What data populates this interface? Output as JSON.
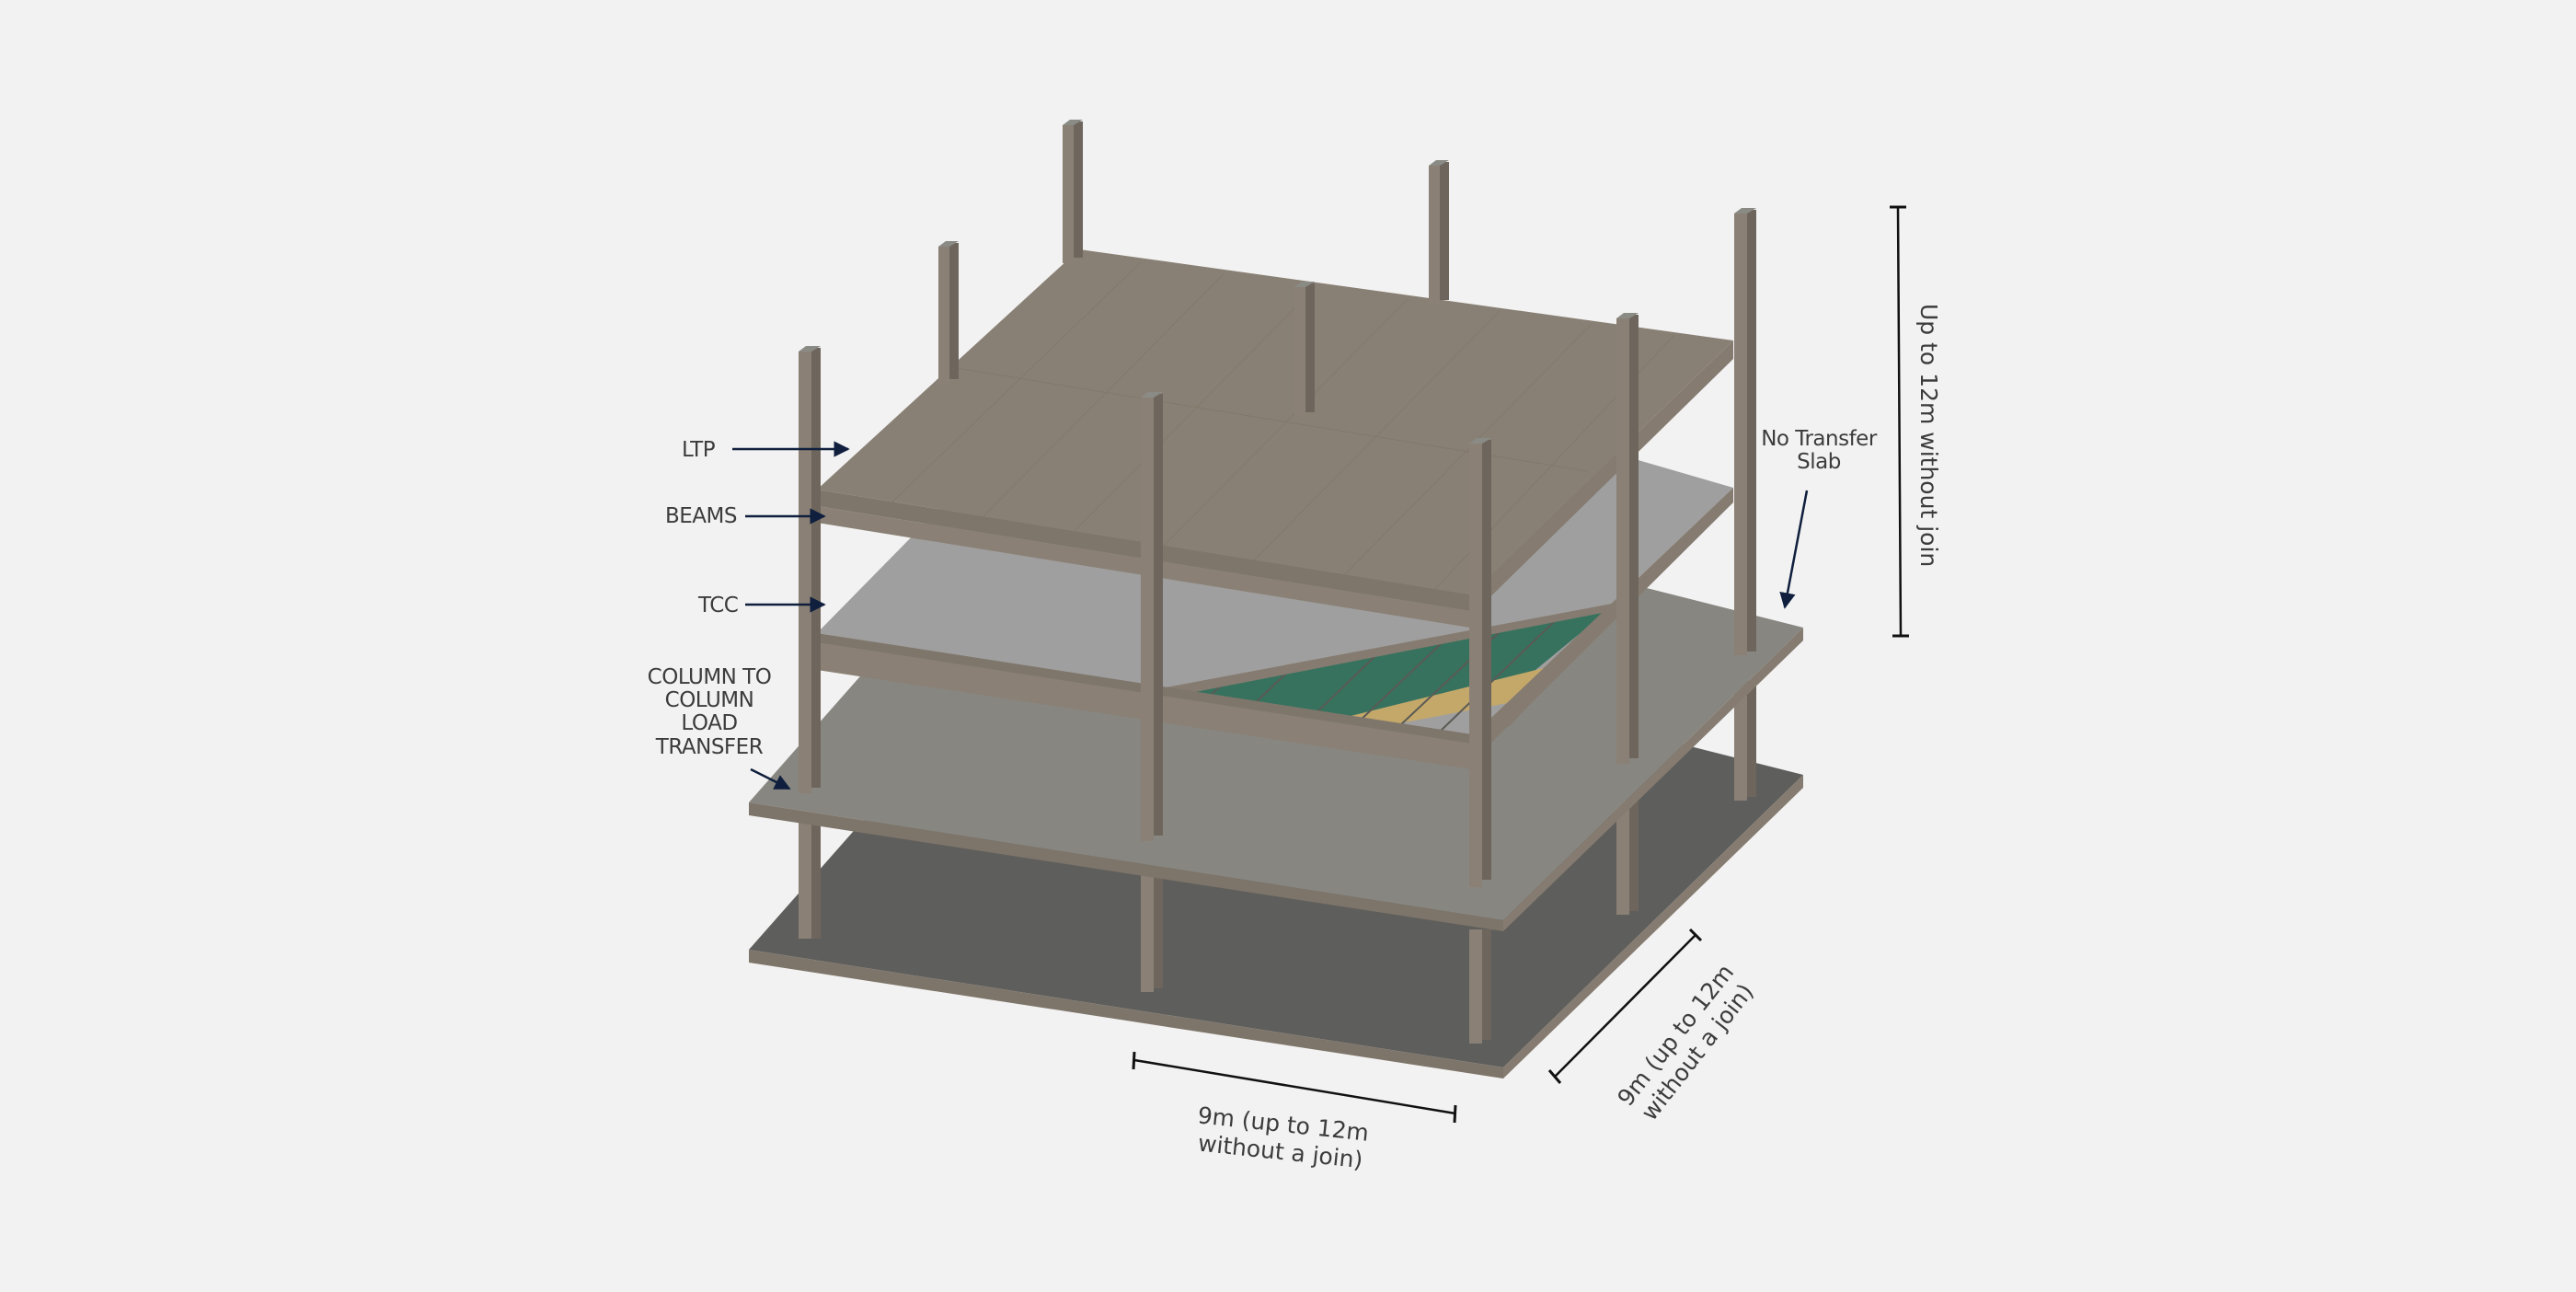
{
  "diagram": {
    "type": "isometric-building-structure",
    "background": "#f2f2f2",
    "colors": {
      "ltp_slab": "#898075",
      "beam": "#7f766b",
      "column_light": "#8a8075",
      "column_dark": "#6e665d",
      "tcc_slab": "#9f9f9f",
      "mid_slab": "#878680",
      "ground_slab": "#5e5e5c",
      "slab_edge": "#7e756a",
      "green_layer": "#37725e",
      "yellow_layer": "#c4a86a",
      "arrow": "#0f1f3d",
      "dimension_line": "#111111",
      "text": "#3c3c3c"
    }
  },
  "labels": {
    "ltp": "LTP",
    "beams": "BEAMS",
    "tcc": "TCC",
    "column_transfer": [
      "COLUMN TO",
      "COLUMN",
      "LOAD",
      "TRANSFER"
    ],
    "no_transfer_slab": [
      "No Transfer",
      "Slab"
    ]
  },
  "dimensions": {
    "height": "Up to 12m without join",
    "width_front": [
      "9m (up to 12m",
      "without a join)"
    ],
    "width_side": [
      "9m (up to 12m",
      "without a join)"
    ]
  }
}
